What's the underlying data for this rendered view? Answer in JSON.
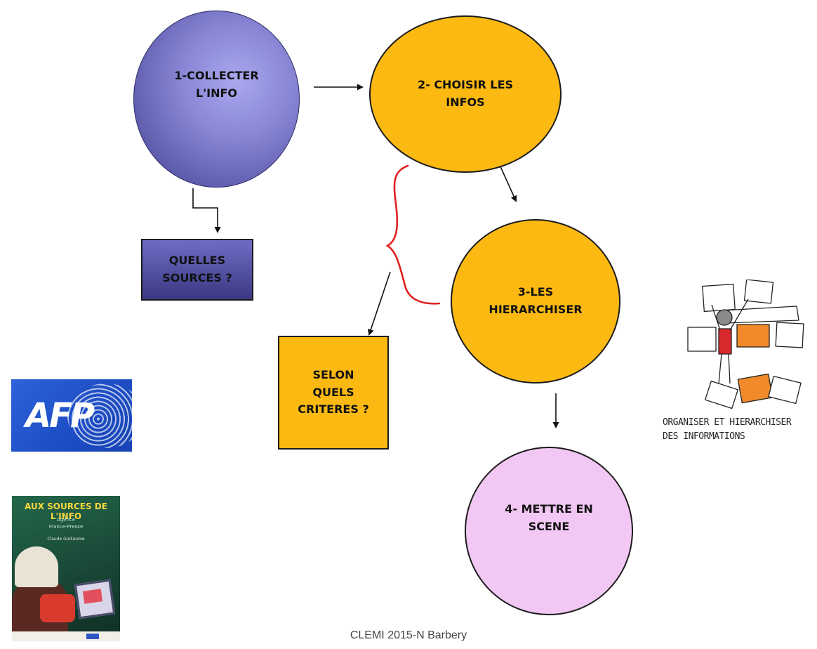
{
  "nodes": {
    "collect": "1-COLLECTER\nL'INFO",
    "choose": "2- CHOISIR LES\nINFOS",
    "rank": "3-LES\nHIERARCHISER",
    "stage": "4- METTRE EN\nSCENE",
    "sources": "QUELLES\nSOURCES ?",
    "criteria": "SELON\nQUELS\nCRITERES ?"
  },
  "images": {
    "afp_logo_text": "AFP",
    "book_title": "AUX SOURCES DE L'INFO",
    "book_subtitle": "Agence\nFrance-Presse",
    "book_author": "Claude Guillaume"
  },
  "illustration_caption": "ORGANISER ET HIERARCHISER\nDES INFORMATIONS",
  "footer": "CLEMI 2015-N Barbery",
  "colors": {
    "purple_node": "#7d7bcc",
    "orange_node": "#fbb912",
    "pink_node": "#f2c7f3",
    "bracket": "#e02020"
  }
}
